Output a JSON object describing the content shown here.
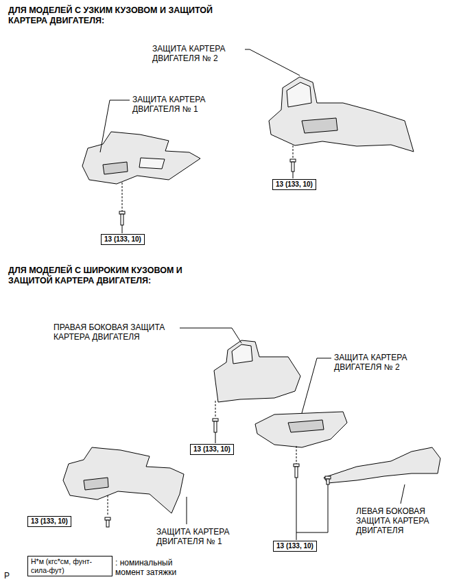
{
  "diagram": {
    "nodes": [
      {
        "text": [
          "13 (133, 10)"
        ]
      },
      {
        "text": [
          "13 (133, 10)"
        ]
      },
      {
        "text": [
          "13 (133, 10)"
        ]
      },
      {
        "text": [
          "13 (133, 10)"
        ]
      },
      {
        "text": [
          "13 (133, 10)"
        ]
      },
      {
        "text": [
          "Н*м (кгс*см, фунт-сила-фут)"
        ]
      }
    ],
    "labels": [
      "ДЛЯ МОДЕЛЕЙ С УЗКИМ КУЗОВОМ И ЗАЩИТОЙ КАРТЕРА ДВИГАТЕЛЯ:",
      "ЗАЩИТА КАРТЕРА ДВИГАТЕЛЯ № 2",
      "ЗАЩИТА КАРТЕРА ДВИГАТЕЛЯ № 1",
      "ДЛЯ МОДЕЛЕЙ С ШИРОКИМ КУЗОВОМ И ЗАЩИТОЙ КАРТЕРА ДВИГАТЕЛЯ:",
      "ПРАВАЯ БОКОВАЯ ЗАЩИТА КАРТЕРА ДВИГАТЕЛЯ",
      "ЗАЩИТА КАРТЕРА ДВИГАТЕЛЯ № 2",
      "ЗАЩИТА КАРТЕРА ДВИГАТЕЛЯ № 1",
      "ЛЕВАЯ БОКОВАЯ ЗАЩИТА КАРТЕРА ДВИГАТЕЛЯ",
      ": номинальный момент затяжки",
      "P"
    ]
  }
}
